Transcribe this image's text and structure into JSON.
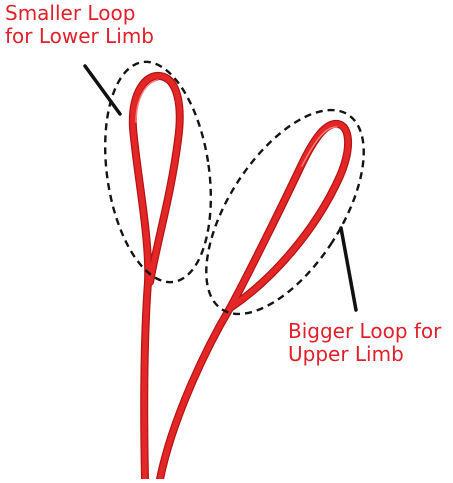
{
  "labels": {
    "smaller_loop": {
      "line1": "Smaller Loop",
      "line2": "for Lower Limb"
    },
    "bigger_loop": {
      "line1": "Bigger Loop for",
      "line2": "Upper Limb"
    }
  },
  "colors": {
    "string": "#e32626",
    "string_shadow": "#b51414",
    "label_text": "#e0202a",
    "dashed_outline": "#141414",
    "pointer_line": "#111111",
    "background": "#ffffff"
  }
}
